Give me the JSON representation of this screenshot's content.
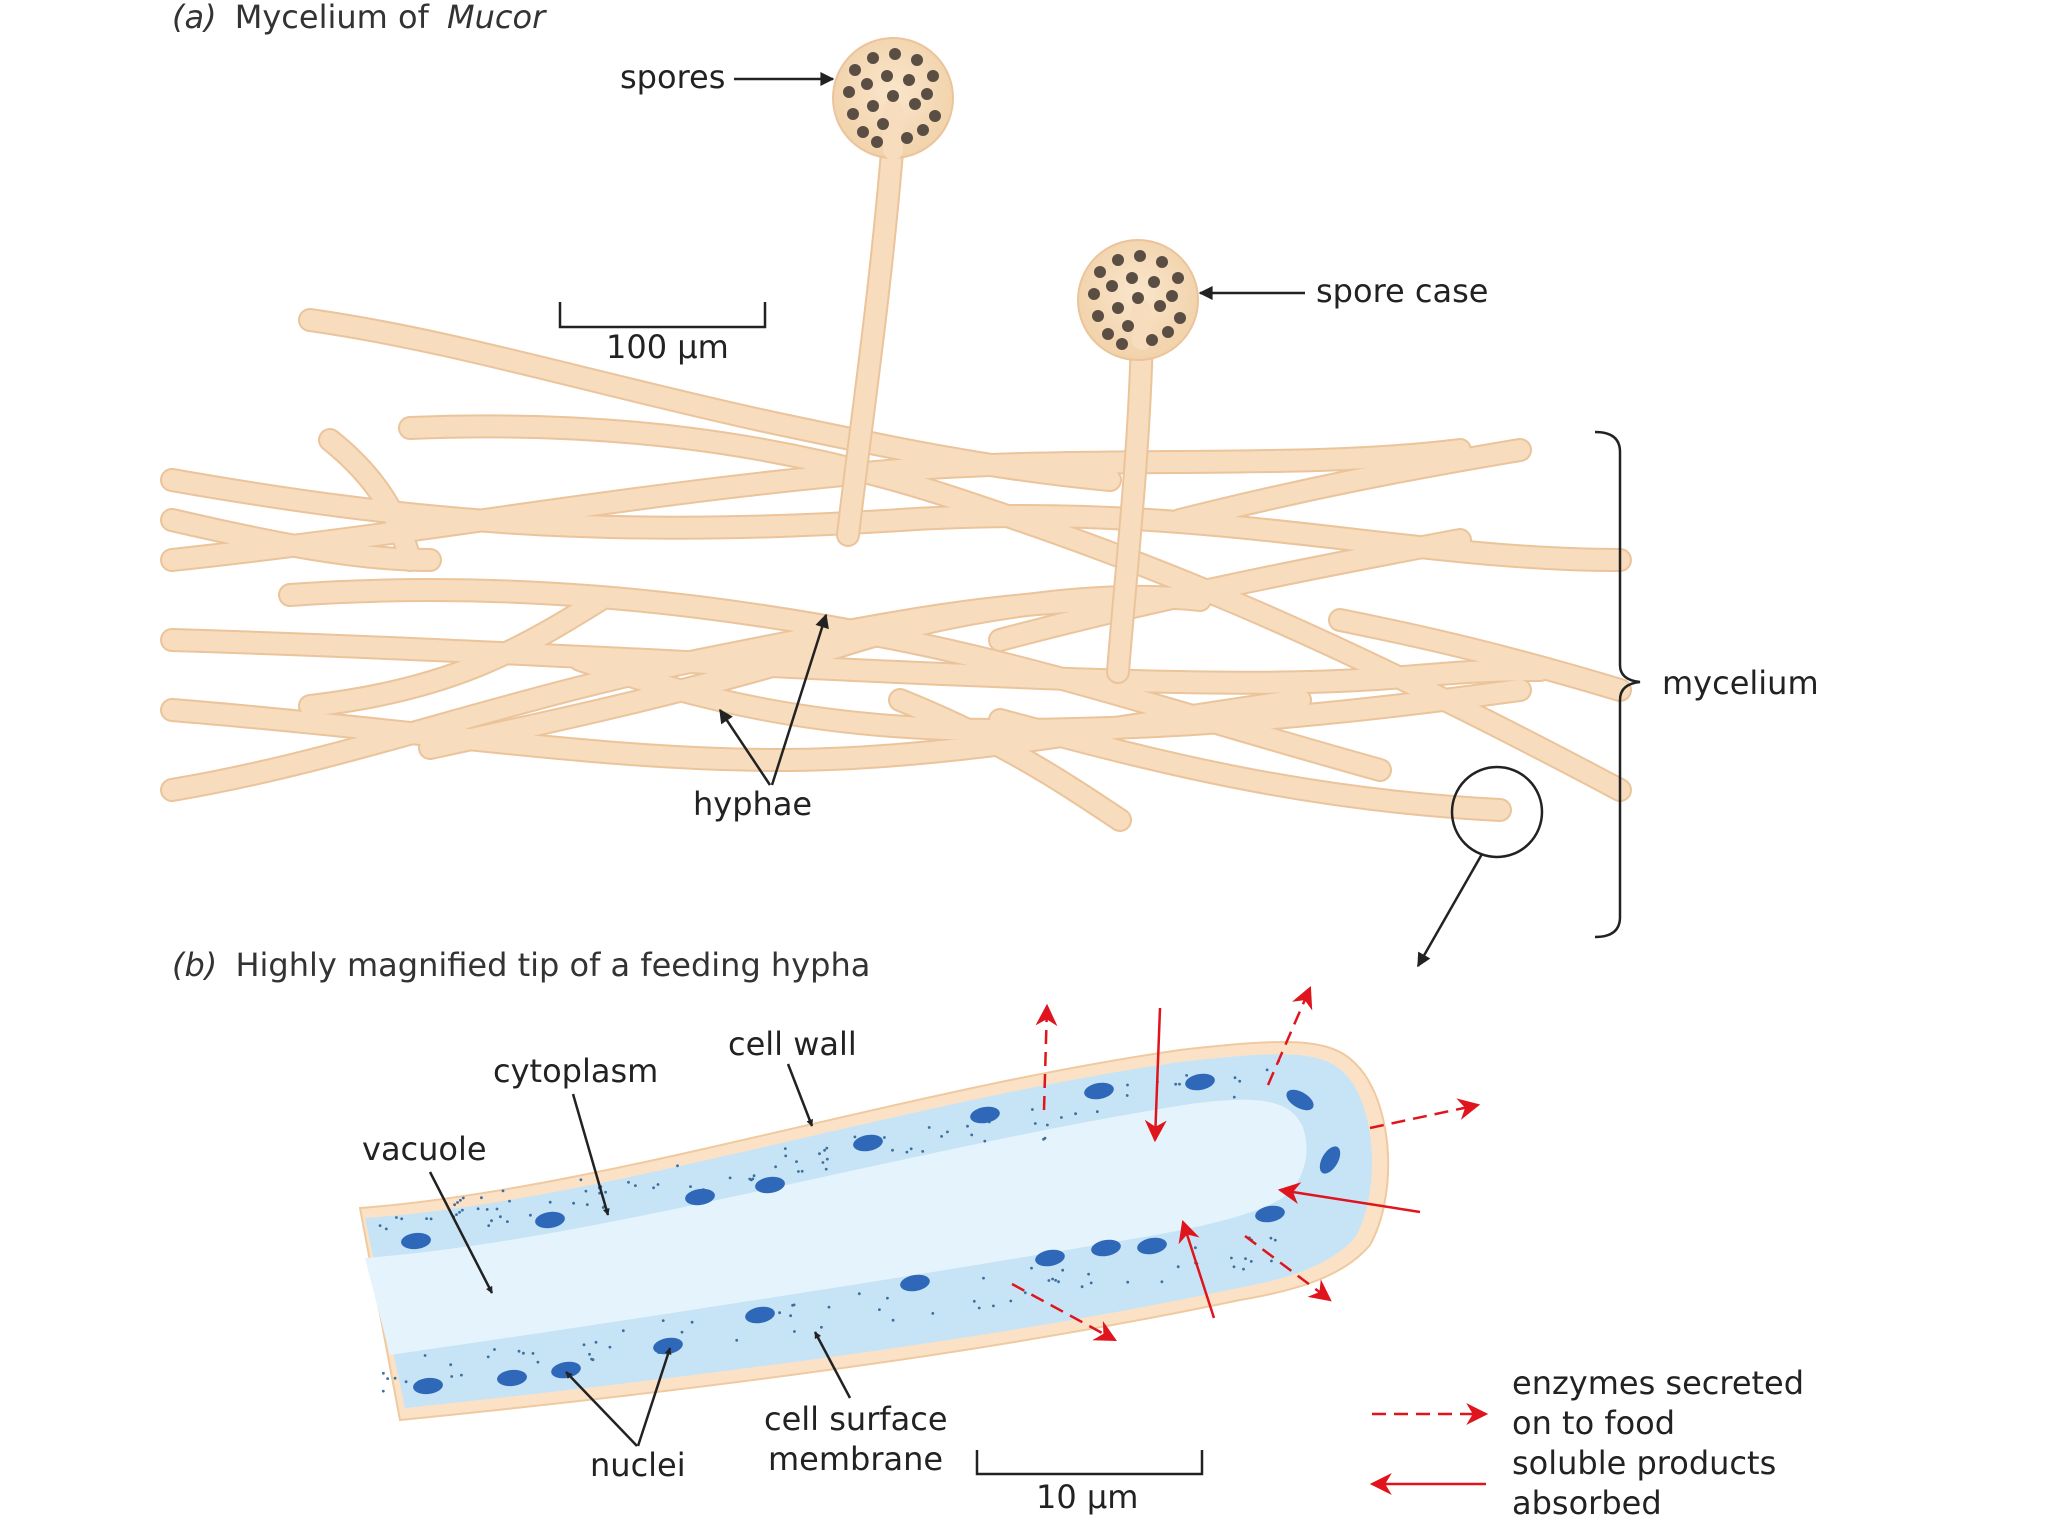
{
  "part_a": {
    "title_prefix": "(a)",
    "title_text": "Mycelium of",
    "title_genus": "Mucor",
    "scale_bar": "100 μm",
    "labels": {
      "spores": "spores",
      "spore_case": "spore case",
      "hyphae": "hyphae",
      "mycelium": "mycelium"
    }
  },
  "part_b": {
    "title_prefix": "(b)",
    "title_text": "Highly magnified tip of a feeding hypha",
    "scale_bar": "10 μm",
    "labels": {
      "cell_wall": "cell wall",
      "cytoplasm": "cytoplasm",
      "vacuole": "vacuole",
      "nuclei": "nuclei",
      "membrane_line1": "cell surface",
      "membrane_line2": "membrane"
    }
  },
  "legend": {
    "enzymes_line1": "enzymes secreted",
    "enzymes_line2": "on to food",
    "soluble_line1": "soluble products",
    "soluble_line2": "absorbed"
  },
  "colors": {
    "hypha_fill": "#f7dcbd",
    "hypha_edge": "#ebc49b",
    "cytoplasm": "#c6e4f6",
    "vacuole": "#e4f3fc",
    "nucleus": "#2f68b8",
    "arrow_red": "#e0141c"
  }
}
